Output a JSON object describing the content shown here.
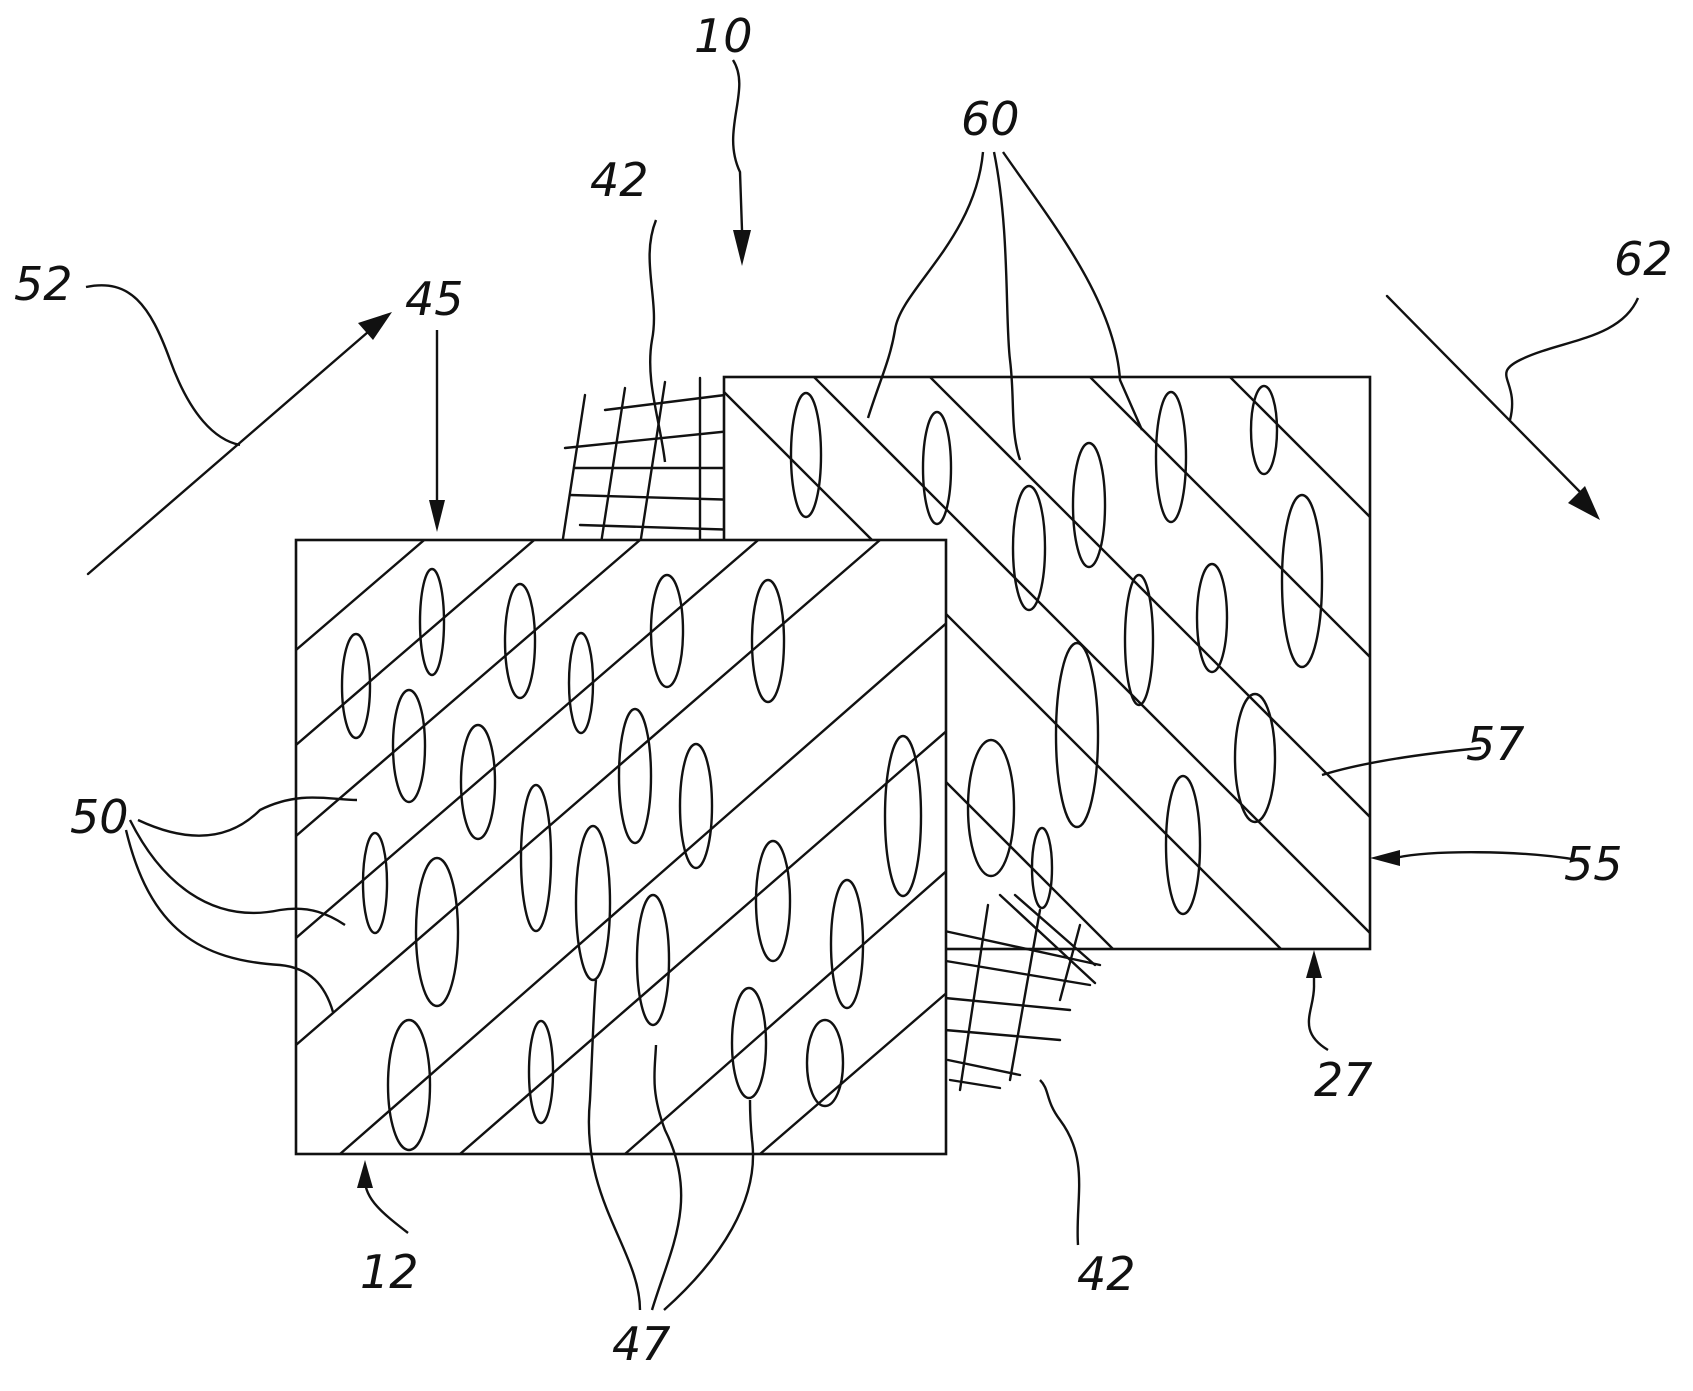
{
  "figure": {
    "labels": {
      "ref_10": "10",
      "ref_12": "12",
      "ref_27": "27",
      "ref_42_top": "42",
      "ref_42_bottom": "42",
      "ref_45": "45",
      "ref_47": "47",
      "ref_50": "50",
      "ref_52": "52",
      "ref_55": "55",
      "ref_57": "57",
      "ref_60": "60",
      "ref_62": "62"
    },
    "colors": {
      "ink": "#111111",
      "paper": "#ffffff"
    }
  }
}
